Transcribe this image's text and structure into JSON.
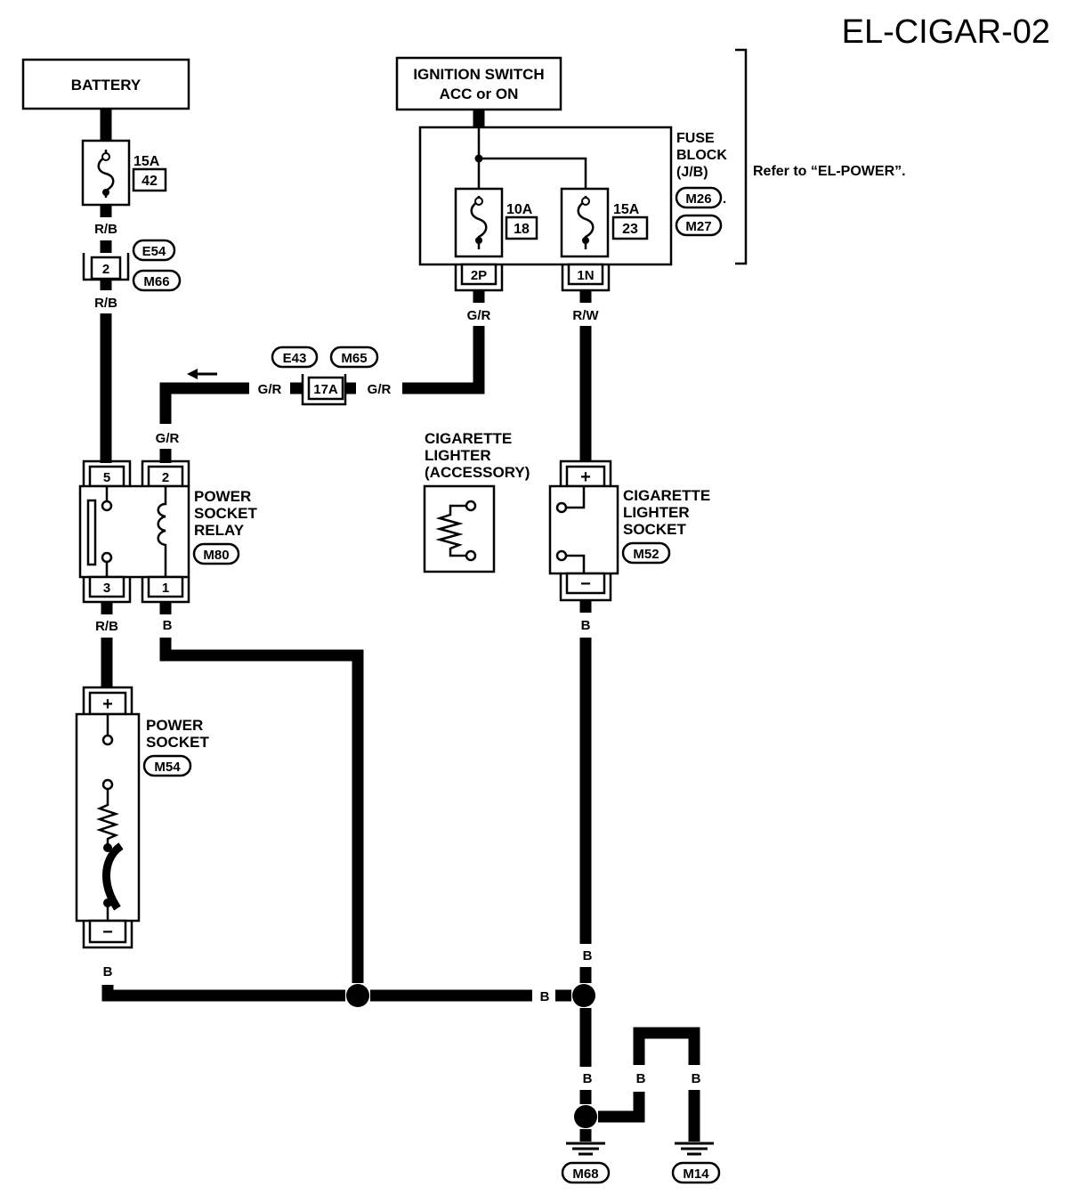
{
  "title": "EL-CIGAR-02",
  "battery": "BATTERY",
  "ignition": {
    "line1": "IGNITION SWITCH",
    "line2": "ACC or ON"
  },
  "fuse_block": {
    "line1": "FUSE",
    "line2": "BLOCK",
    "line3": "(J/B)",
    "conn1": "M26",
    "sep": ".",
    "conn2": "M27"
  },
  "refer": "Refer to “EL-POWER”.",
  "fuses": {
    "battery_fuse": {
      "amp": "15A",
      "num": "42"
    },
    "fuse_18": {
      "amp": "10A",
      "num": "18"
    },
    "fuse_23": {
      "amp": "15A",
      "num": "23"
    }
  },
  "fuse_terminals": {
    "left": "2P",
    "right": "1N"
  },
  "wires": {
    "rb_1": "R/B",
    "rb_2": "R/B",
    "rb_3": "R/B",
    "gr_1": "G/R",
    "gr_2": "G/R",
    "gr_3": "G/R",
    "gr_4": "G/R",
    "rw": "R/W",
    "b_relay": "B",
    "b_cig": "B",
    "b_socket": "B",
    "b_bottom1": "B",
    "b_mid": "B",
    "b_gnd1": "B",
    "b_gnd2": "B",
    "b_gnd3": "B"
  },
  "joint_connector": {
    "pin": "2",
    "conn1": "E54",
    "conn2": "M66"
  },
  "inline_connector": {
    "pin": "17A",
    "conn1": "E43",
    "conn2": "M65"
  },
  "relay": {
    "line1": "POWER",
    "line2": "SOCKET",
    "line3": "RELAY",
    "conn": "M80",
    "pin_tl": "5",
    "pin_tr": "2",
    "pin_bl": "3",
    "pin_br": "1"
  },
  "cig_accessory": {
    "line1": "CIGARETTE",
    "line2": "LIGHTER",
    "line3": "(ACCESSORY)"
  },
  "cig_socket": {
    "line1": "CIGARETTE",
    "line2": "LIGHTER",
    "line3": "SOCKET",
    "conn": "M52",
    "plus": "+",
    "minus": "−"
  },
  "power_socket": {
    "line1": "POWER",
    "line2": "SOCKET",
    "conn": "M54",
    "plus": "+",
    "minus": "−"
  },
  "grounds": {
    "g1": "M68",
    "g2": "M14"
  }
}
